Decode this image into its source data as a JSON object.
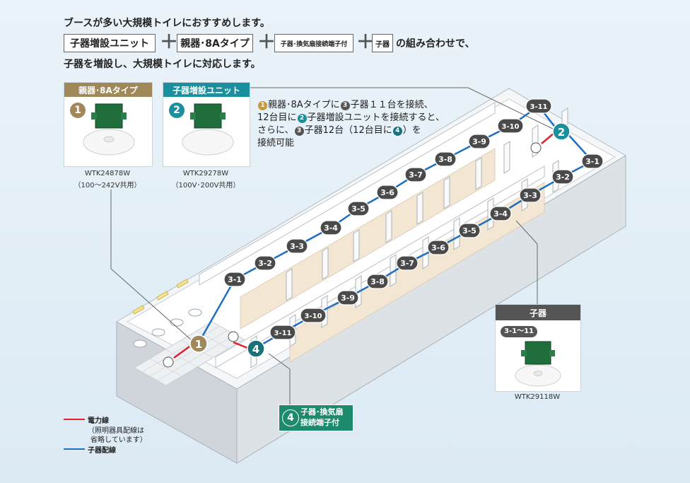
{
  "headline": {
    "line1": "ブースが多い大規模トイレにおすすめします。",
    "box1": "子器増設ユニット",
    "box2": "親器･8Aタイプ",
    "box3": "子器･換気扇接続端子付",
    "box4": "子器",
    "line2_tail": "の組み合わせで、",
    "line3": "子器を増設し、大規模トイレに対応します。"
  },
  "products": {
    "parent": {
      "header": "親器･8Aタイプ",
      "number": "1",
      "model": "WTK24878W",
      "voltage": "（100～242V共用）"
    },
    "unit": {
      "header": "子器増設ユニット",
      "number": "2",
      "model": "WTK29278W",
      "voltage": "（100V･200V共用）"
    },
    "child": {
      "header": "子器",
      "range": "3-1～11",
      "model": "WTK29118W"
    }
  },
  "note": {
    "l1a": "親器･8Aタイプに",
    "l1b": "子器１１台を接続、",
    "l2a": "12台目に",
    "l2b": "子器増設ユニットを接続すると、",
    "l3a": "さらに、",
    "l3b": "子器12台（12台目に",
    "l3c": "）を",
    "l4": "接続可能",
    "n1": "1",
    "n2": "2",
    "n3": "3",
    "n4": "4"
  },
  "callout4": {
    "number": "4",
    "line1": "子器･換気扇",
    "line2": "接続端子付"
  },
  "diagram": {
    "markers": {
      "m1": "1",
      "m2": "2",
      "m4": "4"
    },
    "top_row": [
      "3-1",
      "3-2",
      "3-3",
      "3-4",
      "3-5",
      "3-6",
      "3-7",
      "3-8",
      "3-9",
      "3-10",
      "3-11"
    ],
    "bottom_row": [
      "3-11",
      "3-10",
      "3-9",
      "3-8",
      "3-7",
      "3-6",
      "3-5",
      "3-4",
      "3-3",
      "3-2",
      "3-1"
    ]
  },
  "legend": {
    "power": "電力線",
    "power_note1": "（照明器具配線は",
    "power_note2": "省略しています）",
    "child_wiring": "子器配線"
  },
  "colors": {
    "parent": "#a0885a",
    "unit": "#1a8f9e",
    "child_header": "#555555",
    "marker_teal": "#17727a",
    "power_line": "#e0202a",
    "child_line": "#1e6fc0",
    "callout": "#1d8a6e"
  }
}
